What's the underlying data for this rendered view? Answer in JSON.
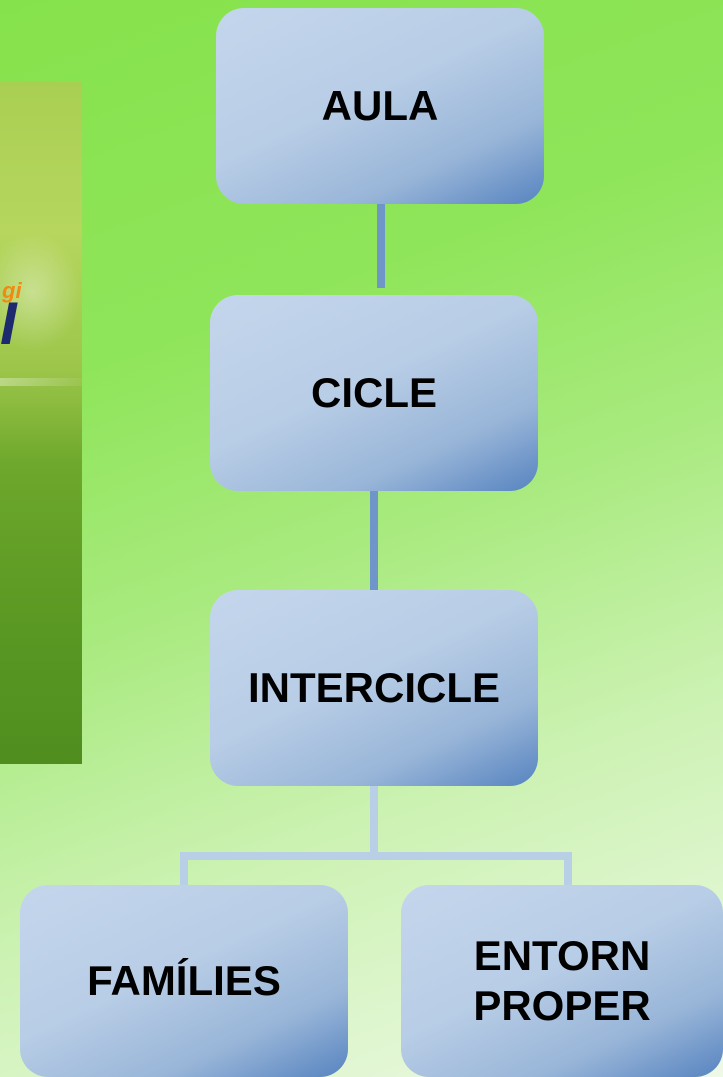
{
  "photo": {
    "overlay_text_small": "gi",
    "overlay_text_large": "I"
  },
  "diagram": {
    "nodes": {
      "aula": "AULA",
      "cicle": "CICLE",
      "intercicle": "INTERCICLE",
      "families": "FAMÍLIES",
      "entorn": "ENTORN PROPER"
    }
  },
  "colors": {
    "box_light": "#c4d6ec",
    "box_dark": "#5784c0",
    "connector_dark": "#6f95c9",
    "connector_light": "#b9cfe6"
  }
}
